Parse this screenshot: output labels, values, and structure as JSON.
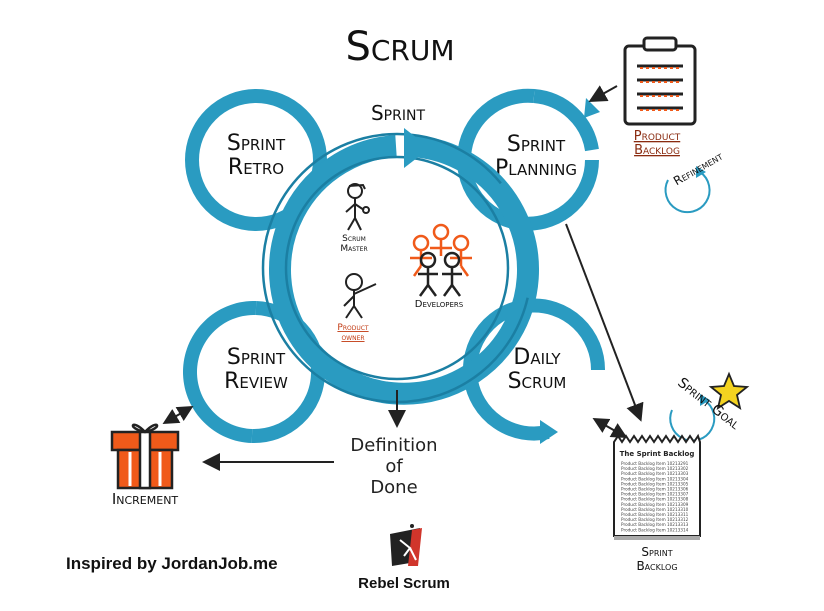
{
  "title": "Scrum",
  "sprint_label": "Sprint",
  "events": {
    "retro": [
      "Sprint",
      "Retro"
    ],
    "planning": [
      "Sprint",
      "Planning"
    ],
    "review": [
      "Sprint",
      "Review"
    ],
    "daily": [
      "Daily",
      "Scrum"
    ]
  },
  "roles": {
    "scrum_master": [
      "Scrum",
      "Master"
    ],
    "product_owner": [
      "Product",
      "owner"
    ],
    "developers": "Developers"
  },
  "artifacts": {
    "product_backlog": [
      "Product",
      "Backlog"
    ],
    "refinement": "Refinement",
    "sprint_goal": "Sprint Goal",
    "sprint_backlog": [
      "Sprint",
      "Backlog"
    ],
    "sprint_backlog_header": "The Sprint Backlog",
    "sprint_backlog_items": [
      "Product Backlog Item 10213291",
      "Product Backlog Item 10213302",
      "Product Backlog Item 10213303",
      "Product Backlog Item 10213304",
      "Product Backlog Item 10213305",
      "Product Backlog Item 10213306",
      "Product Backlog Item 10213307",
      "Product Backlog Item 10213308",
      "Product Backlog Item 10213309",
      "Product Backlog Item 10213310",
      "Product Backlog Item 10213311",
      "Product Backlog Item 10213312",
      "Product Backlog Item 10213313",
      "Product Backlog Item 10213314"
    ],
    "increment": "Increment"
  },
  "definition_of_done": [
    "Definition",
    "of",
    "Done"
  ],
  "credit": "Inspired by JordanJob.me",
  "brand": "Rebel Scrum",
  "colors": {
    "ring": "#2a9bc1",
    "ring_dark": "#1b7fa3",
    "orange": "#f05a1a",
    "brand_red": "#d0352b",
    "ink": "#111111"
  }
}
